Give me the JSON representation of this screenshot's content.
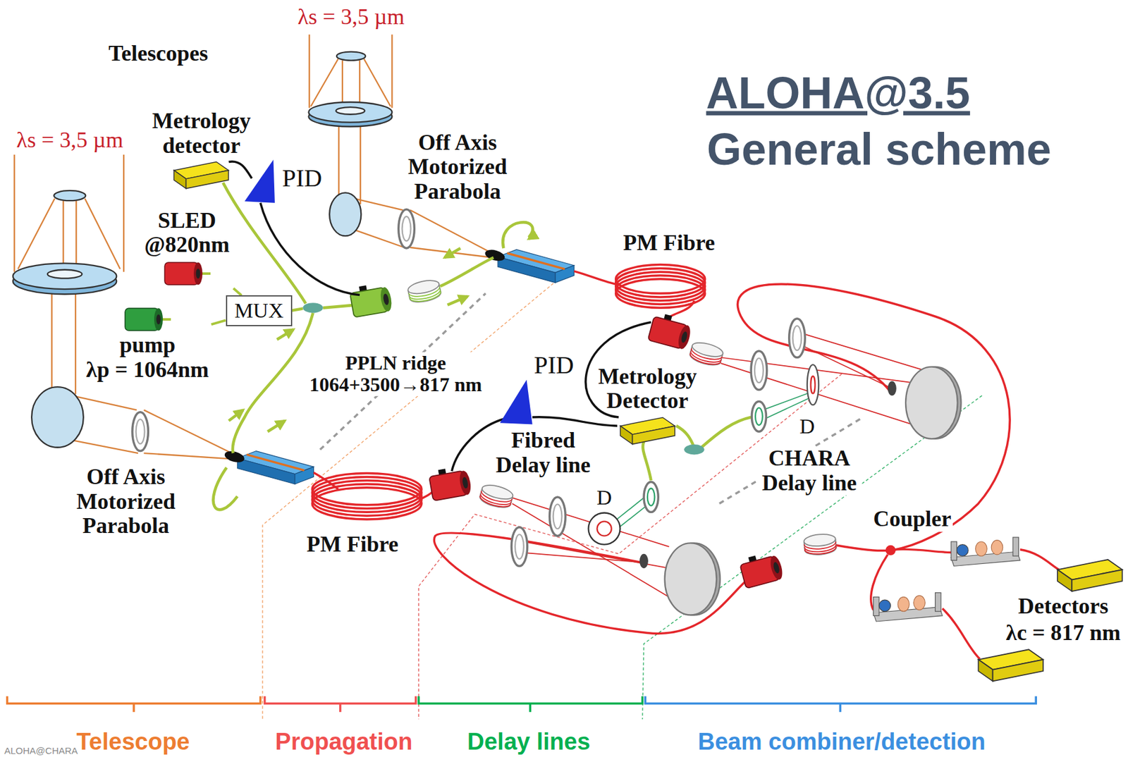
{
  "diagram": {
    "title": "ALOHA@3.5",
    "nodes": [
      {
        "text": [
          "Metrology detector"
        ]
      },
      {
        "text": [
          "SLED @820nm"
        ]
      },
      {
        "text": [
          "MUX"
        ]
      },
      {
        "text": [
          "pump",
          "λp = 1064nm"
        ]
      },
      {
        "text": [
          "Metrology Detector"
        ]
      }
    ],
    "edges": [
      {
        "from": 1,
        "to": 2,
        "arrow": "none"
      },
      {
        "from": 3,
        "to": 2,
        "arrow": "none"
      }
    ],
    "labels": [
      "λs = 3,5 µm",
      "Telescopes",
      "General scheme",
      "λs = 3,5 µm",
      "PID",
      "Off Axis Motorized Parabola",
      "PM Fibre",
      "PID",
      "PPLN ridge 1064+3500→817 nm",
      "Fibred Delay line",
      "Off Axis Motorized Parabola",
      "D",
      "D",
      "CHARA Delay line",
      "Coupler",
      "PM Fibre",
      "Detectors",
      "λc = 817 nm",
      "Telescope",
      "Propagation",
      "Delay lines",
      "Beam combiner/detection",
      "ALOHA@CHARA"
    ]
  }
}
